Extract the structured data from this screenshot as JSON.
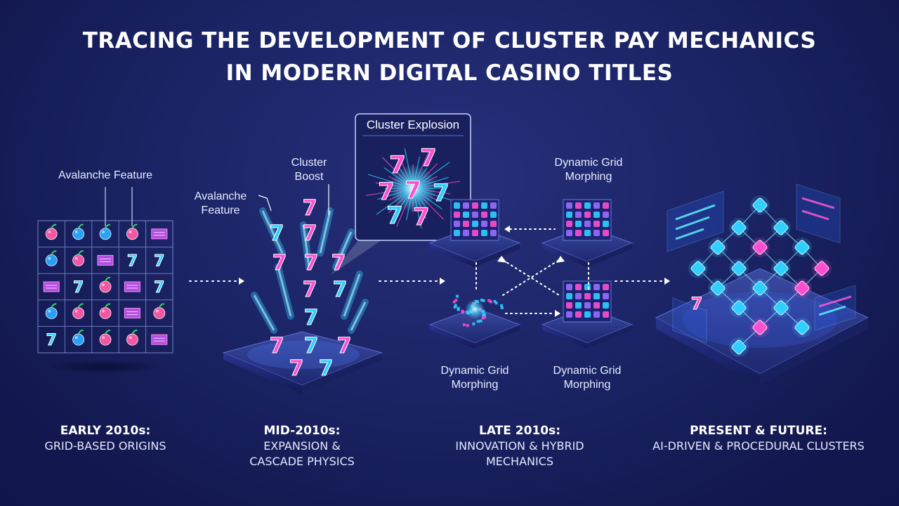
{
  "title": {
    "line1": "TRACING THE DEVELOPMENT OF CLUSTER PAY MECHANICS",
    "line2": "IN MODERN DIGITAL CASINO TITLES"
  },
  "stage1": {
    "annotation": "Avalanche Feature",
    "era_heading": "EARLY 2010s:",
    "era_subtitle": "GRID-BASED ORIGINS"
  },
  "stage2": {
    "annotation_left": "Avalanche\nFeature",
    "annotation_left_l1": "Avalanche",
    "annotation_left_l2": "Feature",
    "annotation_top_l1": "Cluster",
    "annotation_top_l2": "Boost",
    "inset_title": "Cluster Explosion",
    "symbol": "7",
    "era_heading": "MID-2010s:",
    "era_subtitle_l1": "EXPANSION &",
    "era_subtitle_l2": "CASCADE PHYSICS"
  },
  "stage3": {
    "label_top_l1": "Dynamic Grid",
    "label_top_l2": "Morphing",
    "label_bottom_left_l1": "Dynamic Grid",
    "label_bottom_left_l2": "Morphing",
    "label_bottom_right_l1": "Dynamic Grid",
    "label_bottom_right_l2": "Morphing",
    "era_heading": "LATE 2010s:",
    "era_subtitle_l1": "INNOVATION & HYBRID",
    "era_subtitle_l2": "MECHANICS"
  },
  "stage4": {
    "era_heading": "PRESENT & FUTURE:",
    "era_subtitle": "AI-DRIVEN & PROCEDURAL CLUSTERS"
  },
  "colors": {
    "background": "#1b2466",
    "cyan": "#2fd0ff",
    "magenta": "#ff4fd0",
    "pink_fruit": "#ff5aa8",
    "blue_fruit": "#2aa8ff"
  },
  "grid": {
    "rows": [
      [
        "magenta-fruit",
        "blue-fruit",
        "blue-fruit",
        "magenta-fruit",
        "bar"
      ],
      [
        "blue-fruit",
        "magenta-fruit",
        "bar",
        "seven",
        "seven"
      ],
      [
        "bar",
        "seven",
        "magenta-fruit",
        "bar",
        "seven"
      ],
      [
        "blue-fruit",
        "magenta-fruit",
        "magenta-fruit",
        "bar",
        "magenta-fruit"
      ],
      [
        "seven",
        "blue-fruit",
        "magenta-fruit",
        "magenta-fruit",
        "bar"
      ]
    ]
  }
}
